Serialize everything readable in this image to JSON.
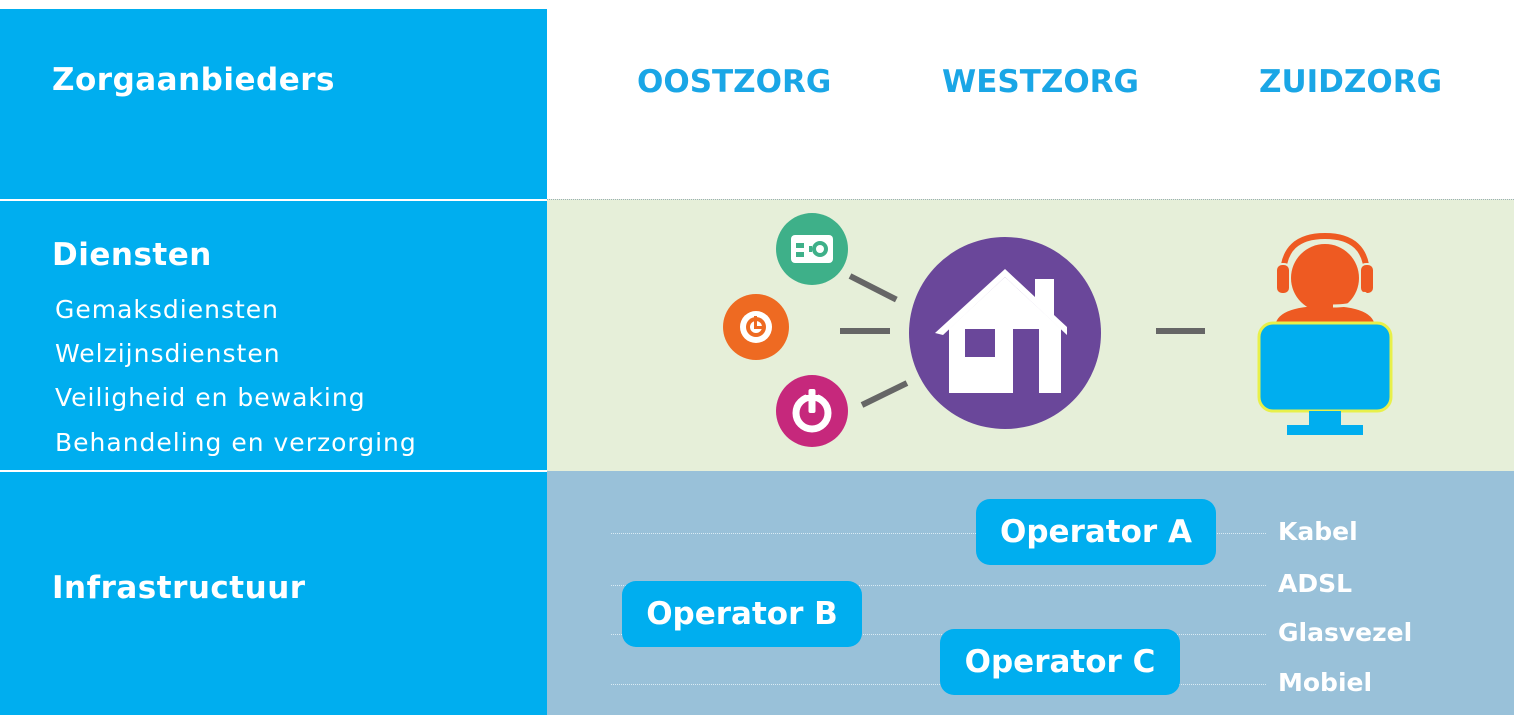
{
  "rows": {
    "providers": {
      "label": "Zorgaanbieders",
      "items": [
        "OOSTZORG",
        "WESTZORG",
        "ZUIDZORG"
      ]
    },
    "services": {
      "label": "Diensten",
      "items": [
        "Gemaksdiensten",
        "Welzijnsdiensten",
        "Veiligheid en bewaking",
        "Behandeling en verzorging"
      ]
    },
    "infrastructure": {
      "label": "Infrastructuur",
      "operators": [
        "Operator A",
        "Operator B",
        "Operator C"
      ],
      "technologies": [
        "Kabel",
        "ADSL",
        "Glasvezel",
        "Mobiel"
      ]
    }
  },
  "icons": {
    "radio": "radio-icon",
    "clock": "clock-icon",
    "power": "power-icon",
    "home": "home-icon",
    "operator": "headset-operator-icon"
  },
  "colors": {
    "blue": "#00AEEF",
    "services_bg": "#e6efd9",
    "infra_bg": "#99c1d9",
    "green": "#3eb089",
    "orange": "#ee6a22",
    "magenta": "#c6287c",
    "purple": "#6a479a"
  }
}
